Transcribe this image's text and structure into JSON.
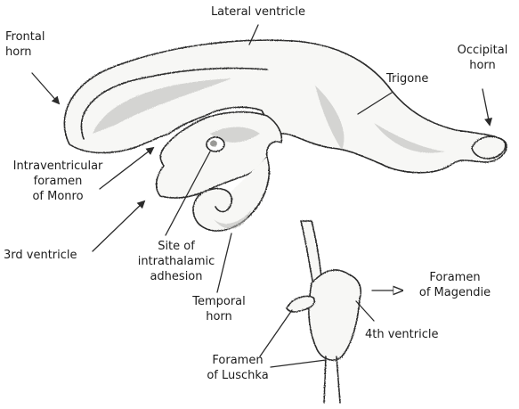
{
  "labels": {
    "lateral_ventricle": "Lateral ventricle",
    "frontal_horn": "Frontal\nhorn",
    "occipital_horn": "Occipital\nhorn",
    "trigone": "Trigone",
    "foramen_of_monro": "Intraventricular\nforamen\nof Monro",
    "third_ventricle": "3rd ventricle",
    "intrathalamic_adhesion": "Site of\nintrathalamic\nadhesion",
    "temporal_horn": "Temporal\nhorn",
    "foramen_of_magendie": "Foramen\nof Magendie",
    "fourth_ventricle": "4th ventricle",
    "foramen_of_luschka": "Foramen\nof Luschka"
  },
  "style": {
    "ink_color": "#2b2b2b",
    "fill_color": "#f7f7f5",
    "shade_color": "#b9b9b6"
  }
}
